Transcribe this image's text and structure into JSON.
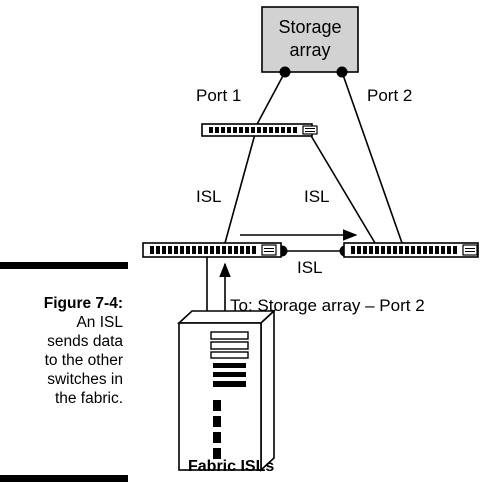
{
  "storage": {
    "line1": "Storage",
    "line2": "array",
    "fill": "#d2d2d2"
  },
  "labels": {
    "port1": "Port 1",
    "port2": "Port 2",
    "isl_left": "ISL",
    "isl_right": "ISL",
    "isl_bottom": "ISL",
    "destination": "To: Storage array – Port 2"
  },
  "caption": {
    "title": "Figure 7-4:",
    "lines": [
      "An ISL",
      "sends data",
      "to the other",
      "switches in",
      "the fabric."
    ]
  },
  "figure_title": "Fabric ISLs",
  "icons": [
    "storage-array-icon",
    "switch-icon",
    "server-tower-icon",
    "arrow-icon"
  ]
}
